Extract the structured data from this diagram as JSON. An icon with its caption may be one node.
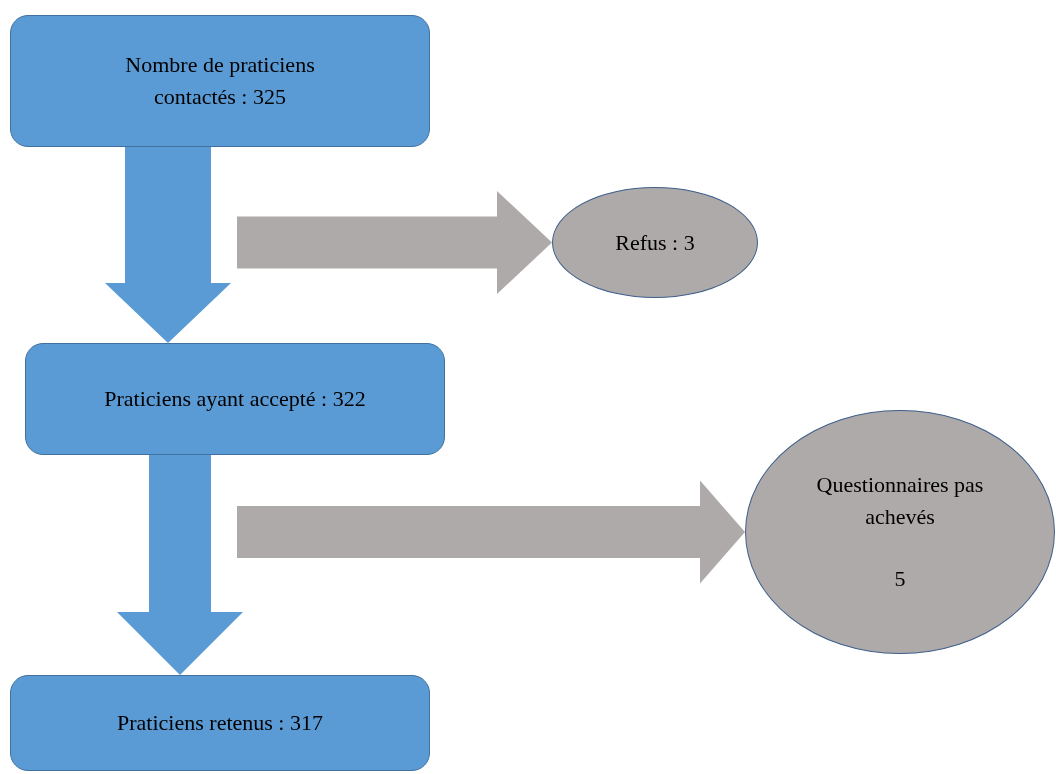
{
  "diagram": {
    "nodes": [
      {
        "text": [
          "Nombre de praticiens contactés : 325"
        ]
      },
      {
        "text": [
          "Refus : 3"
        ]
      },
      {
        "text": [
          "Praticiens ayant accepté : 322"
        ]
      },
      {
        "text": [
          "Questionnaires pas achevés",
          "5"
        ]
      },
      {
        "text": [
          "Praticiens retenus : 317"
        ]
      }
    ],
    "edges": [
      {
        "from": 0,
        "to": 2,
        "arrow": "to",
        "color": "#5b9bd5"
      },
      {
        "from": null,
        "to": 1,
        "arrow": "to",
        "color": "#aeaaaa"
      },
      {
        "from": 2,
        "to": 4,
        "arrow": "to",
        "color": "#5b9bd5"
      },
      {
        "from": null,
        "to": 3,
        "arrow": "to",
        "color": "#aeaaaa"
      }
    ]
  }
}
